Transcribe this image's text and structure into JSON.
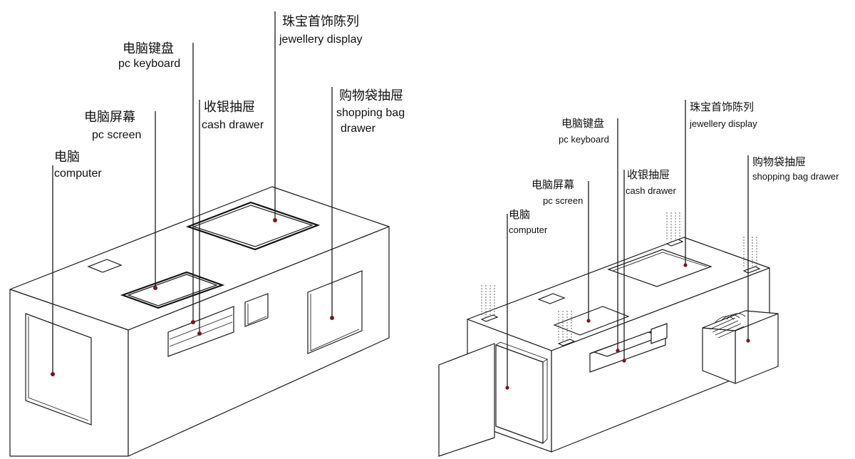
{
  "left_diagram": {
    "computer": {
      "zh": "电脑",
      "en": "computer"
    },
    "pc_screen": {
      "zh": "电脑屏幕",
      "en": "pc screen"
    },
    "pc_keyboard": {
      "zh": "电脑键盘",
      "en": "pc keyboard"
    },
    "cash_drawer": {
      "zh": "收银抽屉",
      "en": "cash drawer"
    },
    "jewellery_display": {
      "zh": "珠宝首饰陈列",
      "en": "jewellery display"
    },
    "shopping_bag_drawer": {
      "zh": "购物袋抽屉",
      "en_line1": "shopping bag",
      "en_line2": "drawer"
    }
  },
  "right_diagram": {
    "computer": {
      "zh": "电脑",
      "en": "computer"
    },
    "pc_screen": {
      "zh": "电脑屏幕",
      "en": "pc screen"
    },
    "pc_keyboard": {
      "zh": "电脑键盘",
      "en": "pc keyboard"
    },
    "cash_drawer": {
      "zh": "收银抽屉",
      "en": "cash drawer"
    },
    "jewellery_display": {
      "zh": "珠宝首饰陈列",
      "en": "jewellery display"
    },
    "shopping_bag_drawer": {
      "zh": "购物袋抽屉",
      "en": "shopping bag drawer"
    }
  },
  "colors": {
    "line": "#1a1a1a",
    "leader_dot": "#7a1420",
    "background": "#ffffff"
  }
}
